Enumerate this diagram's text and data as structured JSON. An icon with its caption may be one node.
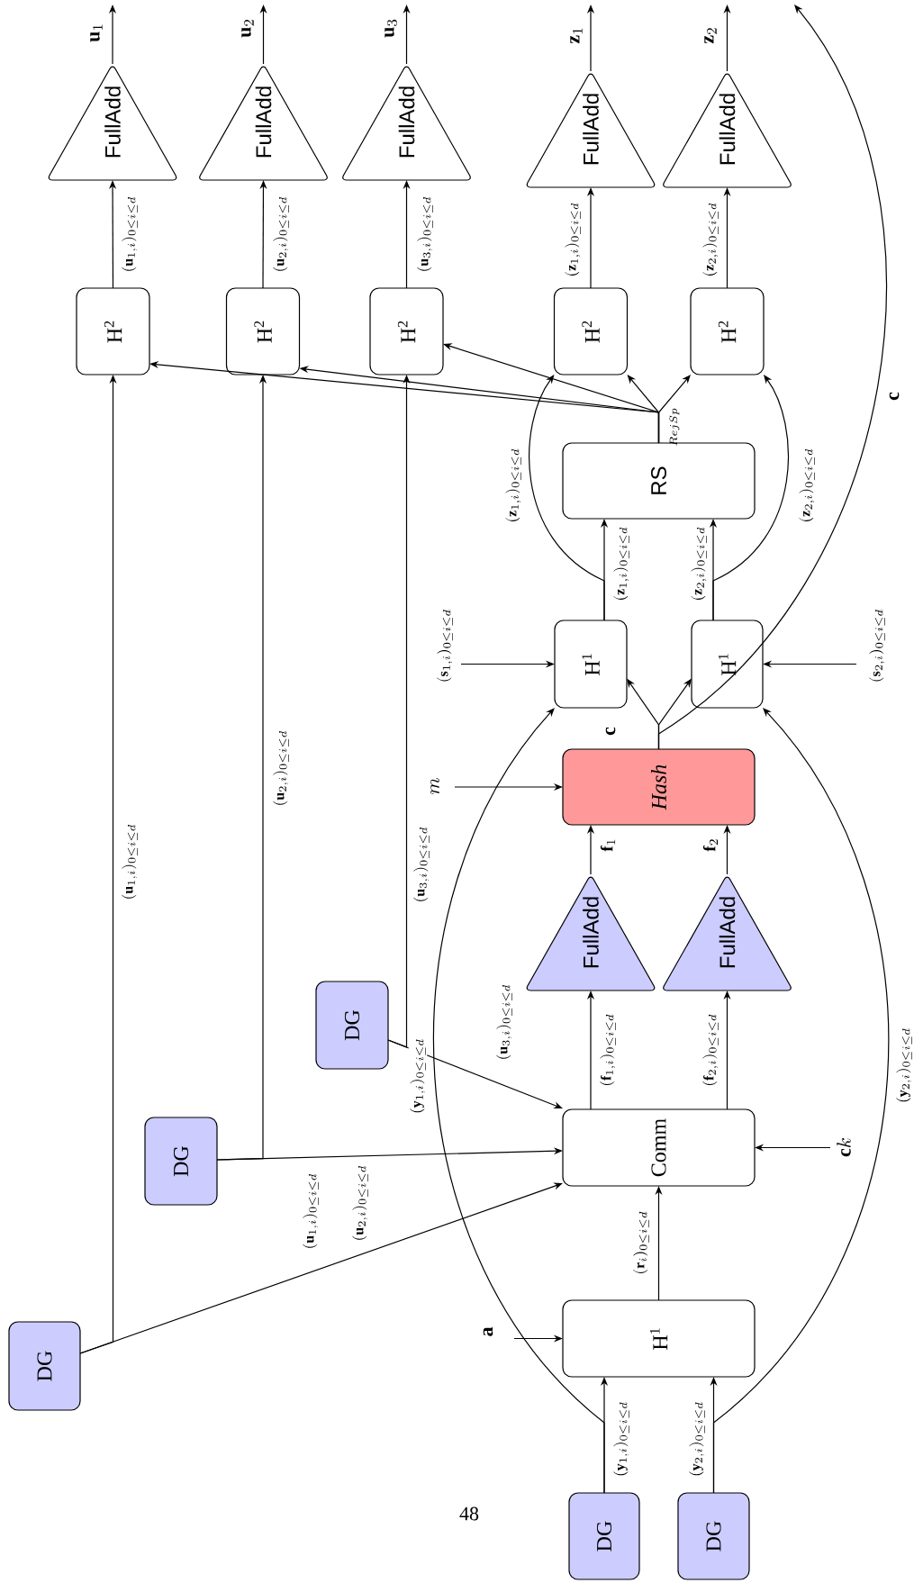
{
  "diagram": {
    "nodes": [
      {
        "text": [
          "FullAdd"
        ]
      },
      {
        "text": [
          "FullAdd"
        ]
      },
      {
        "text": [
          "FullAdd"
        ]
      },
      {
        "text": [
          "FullAdd"
        ]
      },
      {
        "text": [
          "FullAdd"
        ]
      },
      {
        "text": [
          "H$^{2}$"
        ]
      },
      {
        "text": [
          "H$^{2}$"
        ]
      },
      {
        "text": [
          "H$^{2}$"
        ]
      },
      {
        "text": [
          "H$^{2}$"
        ]
      },
      {
        "text": [
          "H$^{2}$"
        ]
      },
      {
        "text": [
          "RS"
        ]
      },
      {
        "text": [
          "H$^{1}$"
        ]
      },
      {
        "text": [
          "H$^{1}$"
        ]
      },
      {
        "text": [
          "Hash"
        ]
      },
      {
        "text": [
          "FullAdd"
        ]
      },
      {
        "text": [
          "FullAdd"
        ]
      },
      {
        "text": [
          "DG"
        ]
      },
      {
        "text": [
          "Comm"
        ]
      },
      {
        "text": [
          "DG"
        ]
      },
      {
        "text": [
          "DG"
        ]
      },
      {
        "text": [
          "H$^{1}$"
        ]
      },
      {
        "text": [
          "DG"
        ]
      },
      {
        "text": [
          "DG"
        ]
      }
    ],
    "edges": [
      {
        "from": 5,
        "to": 0,
        "arrow": "to",
        "label": "(\\mathbf{u}_{1,i})_{0\\le i\\le d}"
      },
      {
        "from": 6,
        "to": 1,
        "arrow": "to",
        "label": "(\\mathbf{u}_{2,i})_{0\\le i\\le d}"
      },
      {
        "from": 7,
        "to": 2,
        "arrow": "to",
        "label": "(\\mathbf{u}_{3,i})_{0\\le i\\le d}"
      },
      {
        "from": 8,
        "to": 3,
        "arrow": "to",
        "label": "(\\mathbf{z}_{1,i})_{0\\le i\\le d}"
      },
      {
        "from": 9,
        "to": 4,
        "arrow": "to",
        "label": "(\\mathbf{z}_{2,i})_{0\\le i\\le d}"
      },
      {
        "from": 0,
        "to": null,
        "arrow": "to",
        "label": "\\mathbf{u}_1"
      },
      {
        "from": 1,
        "to": null,
        "arrow": "to",
        "label": "\\mathbf{u}_2"
      },
      {
        "from": 2,
        "to": null,
        "arrow": "to",
        "label": "\\mathbf{u}_3"
      },
      {
        "from": 3,
        "to": null,
        "arrow": "to",
        "label": "\\mathbf{z}_1"
      },
      {
        "from": 4,
        "to": null,
        "arrow": "to",
        "label": "\\mathbf{z}_2"
      },
      {
        "from": 13,
        "to": null,
        "arrow": "to",
        "label": "\\mathbf{c}"
      },
      {
        "from": 10,
        "to": 8,
        "arrow": "to"
      },
      {
        "from": 10,
        "to": 9,
        "arrow": "to"
      },
      {
        "from": 10,
        "to": 7,
        "arrow": "to"
      },
      {
        "from": 10,
        "to": 6,
        "arrow": "to"
      },
      {
        "from": 10,
        "to": 5,
        "arrow": "to"
      },
      {
        "from": 11,
        "to": 10,
        "arrow": "to",
        "label": "(\\mathbf{z}_{1,i})_{0\\le i\\le d}"
      },
      {
        "from": 12,
        "to": 10,
        "arrow": "to",
        "label": "(\\mathbf{z}_{2,i})_{0\\le i\\le d}"
      },
      {
        "from": 11,
        "to": 8,
        "arrow": "to",
        "label": "(\\mathbf{z}_{1,i})_{0\\le i\\le d}"
      },
      {
        "from": 12,
        "to": 9,
        "arrow": "to",
        "label": "(\\mathbf{z}_{2,i})_{0\\le i\\le d}"
      },
      {
        "from": null,
        "to": 11,
        "arrow": "to",
        "label": "(\\mathbf{s}_{1,i})_{0\\le i\\le d}"
      },
      {
        "from": null,
        "to": 12,
        "arrow": "to",
        "label": "(\\mathbf{s}_{2,i})_{0\\le i\\le d}"
      },
      {
        "from": 13,
        "to": 11,
        "arrow": "to"
      },
      {
        "from": 13,
        "to": 12,
        "arrow": "to"
      },
      {
        "from": null,
        "to": 13,
        "arrow": "to",
        "label": "m"
      },
      {
        "from": 14,
        "to": 13,
        "arrow": "to",
        "label": "\\mathbf{f}_1"
      },
      {
        "from": 15,
        "to": 13,
        "arrow": "to",
        "label": "\\mathbf{f}_2"
      },
      {
        "from": 17,
        "to": 14,
        "arrow": "to",
        "label": "(\\mathbf{f}_{1,i})_{0\\le i\\le d}"
      },
      {
        "from": 17,
        "to": 15,
        "arrow": "to",
        "label": "(\\mathbf{f}_{2,i})_{0\\le i\\le d}"
      },
      {
        "from": 16,
        "to": 17,
        "arrow": "to",
        "label": "(\\mathbf{u}_{3,i})_{0\\le i\\le d}"
      },
      {
        "from": 16,
        "to": 7,
        "arrow": "to",
        "label": "(\\mathbf{u}_{3,i})_{0\\le i\\le d}"
      },
      {
        "from": 18,
        "to": 17,
        "arrow": "to",
        "label": "(\\mathbf{u}_{2,i})_{0\\le i\\le d}"
      },
      {
        "from": 18,
        "to": 6,
        "arrow": "to",
        "label": "(\\mathbf{u}_{2,i})_{0\\le i\\le d}"
      },
      {
        "from": 19,
        "to": 17,
        "arrow": "to",
        "label": "(\\mathbf{u}_{1,i})_{0\\le i\\le d}"
      },
      {
        "from": 19,
        "to": 5,
        "arrow": "to",
        "label": "(\\mathbf{u}_{1,i})_{0\\le i\\le d}"
      },
      {
        "from": null,
        "to": 17,
        "arrow": "to",
        "label": "\\mathbf{c}k"
      },
      {
        "from": 20,
        "to": 17,
        "arrow": "to",
        "label": "(\\mathbf{r}_{i})_{0\\le i\\le d}"
      },
      {
        "from": null,
        "to": 20,
        "arrow": "to",
        "label": "\\mathbf{a}"
      },
      {
        "from": 21,
        "to": 20,
        "arrow": "to",
        "label": "(\\mathbf{y}_{1,i})_{0\\le i\\le d}"
      },
      {
        "from": 22,
        "to": 20,
        "arrow": "to",
        "label": "(\\mathbf{y}_{2,i})_{0\\le i\\le d}"
      },
      {
        "from": 21,
        "to": 11,
        "arrow": "to",
        "label": "(\\mathbf{y}_{1,i})_{0\\le i\\le d}"
      },
      {
        "from": 22,
        "to": 12,
        "arrow": "to",
        "label": "(\\mathbf{y}_{2,i})_{0\\le i\\le d}"
      }
    ],
    "labels": [
      "_{RejSp}",
      "\\mathbf{c}",
      "48"
    ]
  }
}
